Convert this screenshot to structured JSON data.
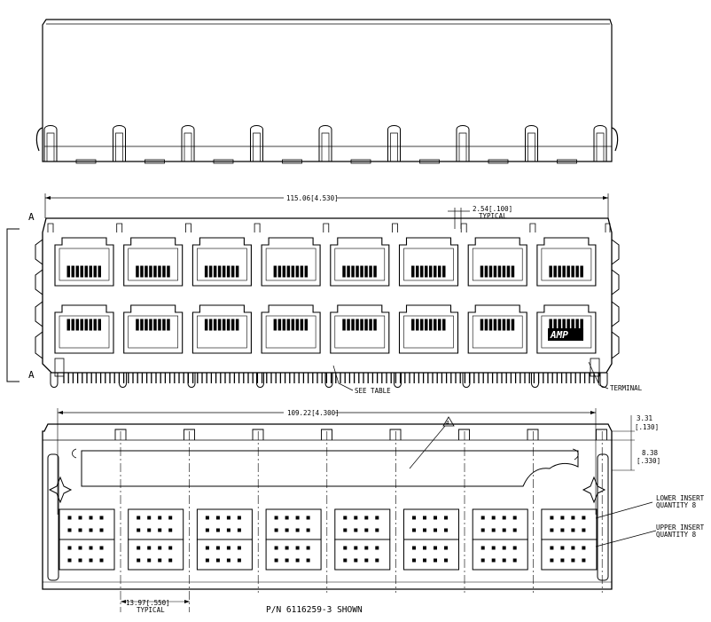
{
  "top_view": {},
  "front_view": {
    "section_label_top": "A",
    "section_label_bottom": "A",
    "overall_width_dim": "115.06[4.530]",
    "pitch_dim_line1": "2.54[.100]",
    "pitch_dim_line2": "TYPICAL",
    "logo_text": "AMP",
    "callout_see_table": "SEE TABLE",
    "callout_terminal": "TERMINAL"
  },
  "bottom_view": {
    "width_dim": "109.22[4.300]",
    "note_flag": "4",
    "dim_a_line1": "3.31",
    "dim_a_line2": "[.130]",
    "dim_b_line1": "8.38",
    "dim_b_line2": "[.330]",
    "lower_insert_line1": "LOWER INSERT",
    "lower_insert_line2": "QUANTITY 8",
    "upper_insert_line1": "UPPER INSERT",
    "upper_insert_line2": "QUANTITY 8",
    "port_pitch_line1": "13.97[.550]",
    "port_pitch_line2": "TYPICAL"
  },
  "part_number_note": "P/N 6116259-3 SHOWN"
}
